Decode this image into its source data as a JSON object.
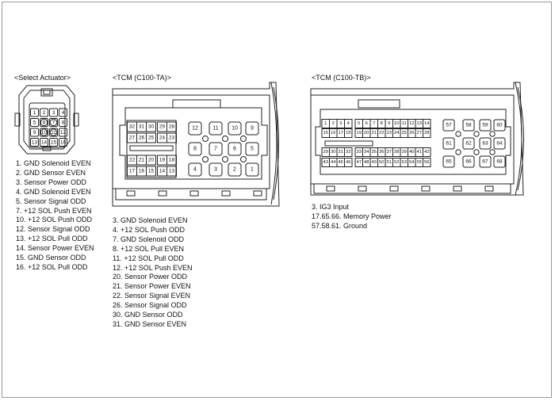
{
  "select_actuator": {
    "title": "<Select Actuator>",
    "pins": [
      "1",
      "2",
      "3",
      "4",
      "5",
      "6",
      "7",
      "8",
      "9",
      "10",
      "11",
      "12",
      "13",
      "14",
      "15",
      "16"
    ],
    "legend": [
      "1. GND Solenoid EVEN",
      "2. GND Sensor EVEN",
      "3. Sensor Power ODD",
      "4. GND Solenoid EVEN",
      "5. Sensor Signal ODD",
      "7. +12 SOL Push EVEN",
      "10. +12 SOL Push ODD",
      "12. Sensor Signal ODD",
      "13. +12 SOL Pull ODD",
      "14. Sensor Power EVEN",
      "15. GND Sensor ODD",
      "16. +12 SOL Pull ODD"
    ]
  },
  "tcm_ta": {
    "title": "<TCM (C100-TA)>",
    "block_pins": [
      [
        "32",
        "31",
        "30",
        "29",
        "28"
      ],
      [
        "27",
        "26",
        "25",
        "24",
        "23"
      ],
      [
        "22",
        "21",
        "20",
        "19",
        "18"
      ],
      [
        "17",
        "16",
        "15",
        "14",
        "13"
      ]
    ],
    "round_pins": [
      "12",
      "11",
      "10",
      "9",
      "8",
      "7",
      "6",
      "5",
      "4",
      "3",
      "2",
      "1"
    ],
    "legend": [
      "3. GND Solenoid EVEN",
      "4. +12 SOL Push ODD",
      "7. GND Solenoid ODD",
      "8. +12 SOL Pull EVEN",
      "11. +12 SOL Pull ODD",
      "12. +12 SOL Push EVEN",
      "20. Sensor Power ODD",
      "21. Sensor Power EVEN",
      "22. Sensor Signal EVEN",
      "26. Sensor Signal ODD",
      "30. GND Sensor ODD",
      "31. GND Sensor EVEN"
    ]
  },
  "tcm_tb": {
    "title": "<TCM (C100-TB)>",
    "block_rows": [
      [
        "1",
        "2",
        "3",
        "4",
        "5",
        "6",
        "7",
        "8",
        "9",
        "10",
        "11",
        "12",
        "13",
        "14"
      ],
      [
        "15",
        "16",
        "17",
        "18",
        "19",
        "20",
        "21",
        "22",
        "23",
        "24",
        "25",
        "26",
        "27",
        "28"
      ],
      [
        "29",
        "30",
        "31",
        "32",
        "33",
        "34",
        "35",
        "36",
        "37",
        "38",
        "39",
        "40",
        "41",
        "42"
      ],
      [
        "43",
        "44",
        "45",
        "46",
        "47",
        "48",
        "49",
        "50",
        "51",
        "52",
        "53",
        "54",
        "55",
        "56"
      ]
    ],
    "round_pins": [
      "57",
      "58",
      "59",
      "60",
      "61",
      "62",
      "63",
      "64",
      "65",
      "66",
      "67",
      "68"
    ],
    "legend": [
      "3. IG3 Input",
      "17.65.66. Memory Power",
      "57.58.61. Ground"
    ]
  }
}
